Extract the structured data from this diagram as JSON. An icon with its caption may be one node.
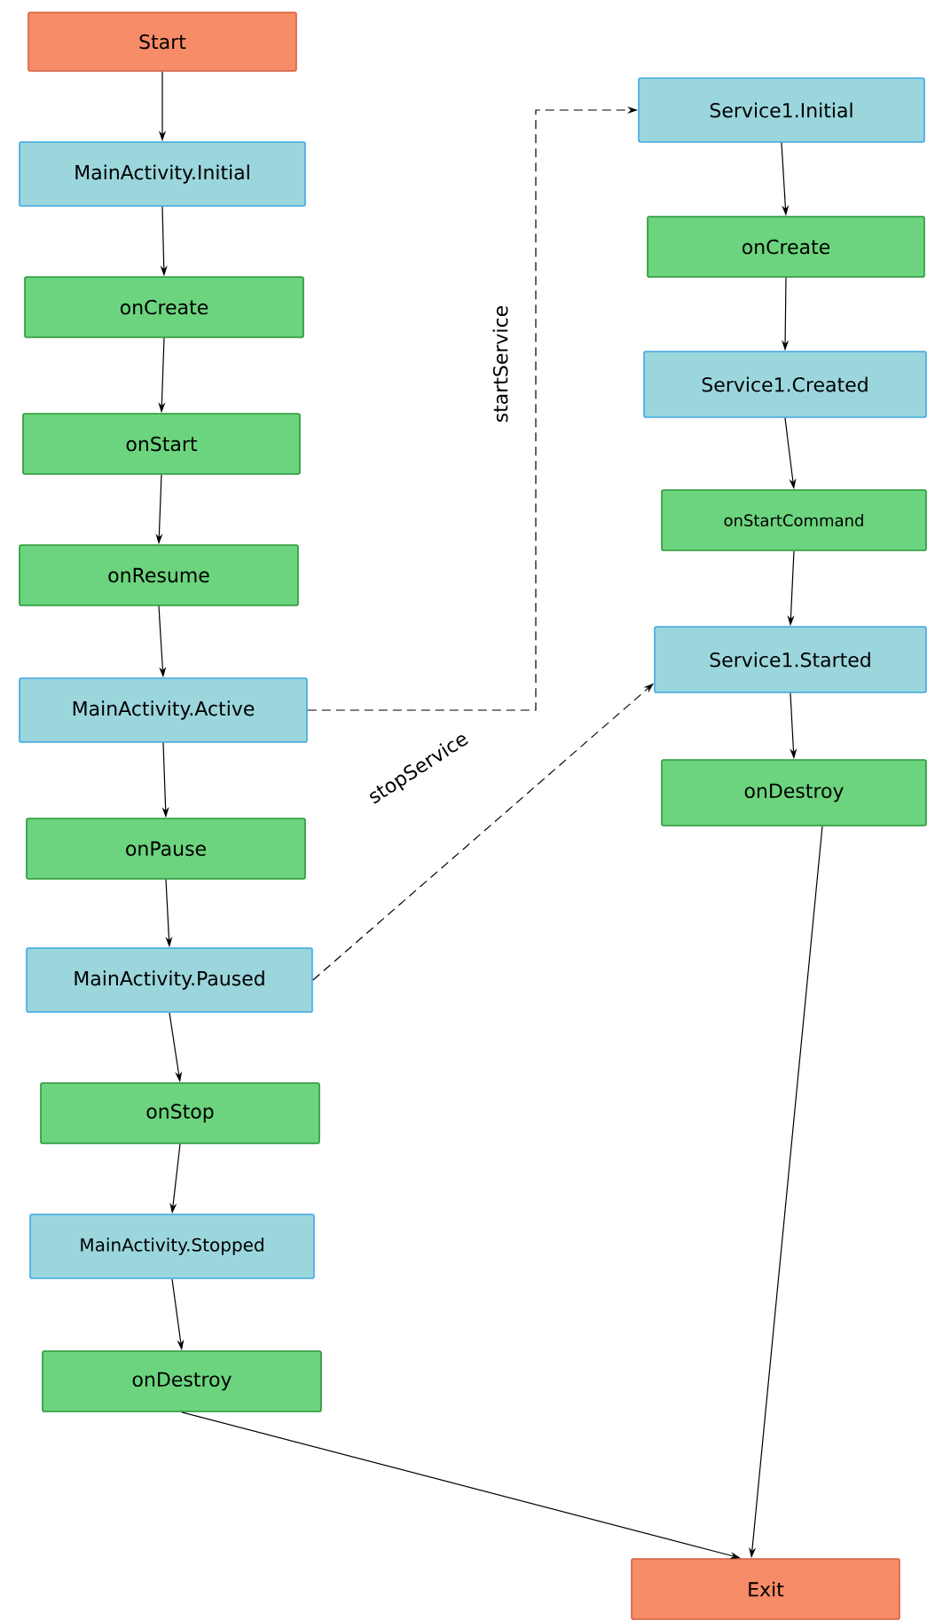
{
  "diagram": {
    "nodes": [
      {
        "text": [
          "Start"
        ]
      },
      {
        "text": [
          "MainActivity.Initial"
        ]
      },
      {
        "text": [
          "onCreate"
        ]
      },
      {
        "text": [
          "onStart"
        ]
      },
      {
        "text": [
          "onResume"
        ]
      },
      {
        "text": [
          "MainActivity.Active"
        ]
      },
      {
        "text": [
          "onPause"
        ]
      },
      {
        "text": [
          "MainActivity.Paused"
        ]
      },
      {
        "text": [
          "onStop"
        ]
      },
      {
        "text": [
          "MainActivity.Stopped"
        ]
      },
      {
        "text": [
          "onDestroy"
        ]
      },
      {
        "text": [
          "Service1.Initial"
        ]
      },
      {
        "text": [
          "onCreate"
        ]
      },
      {
        "text": [
          "Service1.Created"
        ]
      },
      {
        "text": [
          "onStartCommand"
        ]
      },
      {
        "text": [
          "Service1.Started"
        ]
      },
      {
        "text": [
          "onDestroy"
        ]
      },
      {
        "text": [
          "Exit"
        ]
      }
    ],
    "edges": [
      {
        "from": 0,
        "to": 1,
        "arrow": "to"
      },
      {
        "from": 1,
        "to": 2,
        "arrow": "to"
      },
      {
        "from": 2,
        "to": 3,
        "arrow": "to"
      },
      {
        "from": 3,
        "to": 4,
        "arrow": "to"
      },
      {
        "from": 4,
        "to": 5,
        "arrow": "to"
      },
      {
        "from": 5,
        "to": 6,
        "arrow": "to"
      },
      {
        "from": 6,
        "to": 7,
        "arrow": "to"
      },
      {
        "from": 7,
        "to": 8,
        "arrow": "to"
      },
      {
        "from": 8,
        "to": 9,
        "arrow": "to"
      },
      {
        "from": 9,
        "to": 10,
        "arrow": "to"
      },
      {
        "from": 5,
        "to": 11,
        "arrow": "to",
        "label": "startService",
        "style": "dashed"
      },
      {
        "from": 11,
        "to": 12,
        "arrow": "to"
      },
      {
        "from": 12,
        "to": 13,
        "arrow": "to"
      },
      {
        "from": 13,
        "to": 14,
        "arrow": "to"
      },
      {
        "from": 14,
        "to": 15,
        "arrow": "to"
      },
      {
        "from": 15,
        "to": 16,
        "arrow": "to"
      },
      {
        "from": 7,
        "to": 15,
        "arrow": "to",
        "label": "stopService",
        "style": "dashed"
      },
      {
        "from": 10,
        "to": 17,
        "arrow": "to"
      },
      {
        "from": 16,
        "to": 17,
        "arrow": "to"
      }
    ]
  }
}
